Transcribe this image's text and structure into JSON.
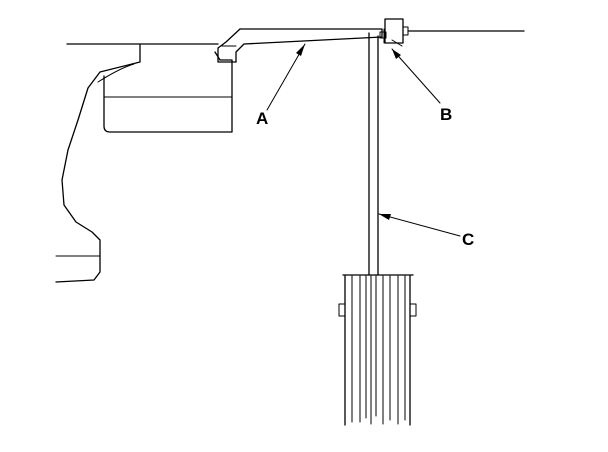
{
  "callouts": {
    "a": "A",
    "b": "B",
    "c": "C"
  },
  "colors": {
    "stroke": "#000000",
    "background": "#ffffff"
  }
}
